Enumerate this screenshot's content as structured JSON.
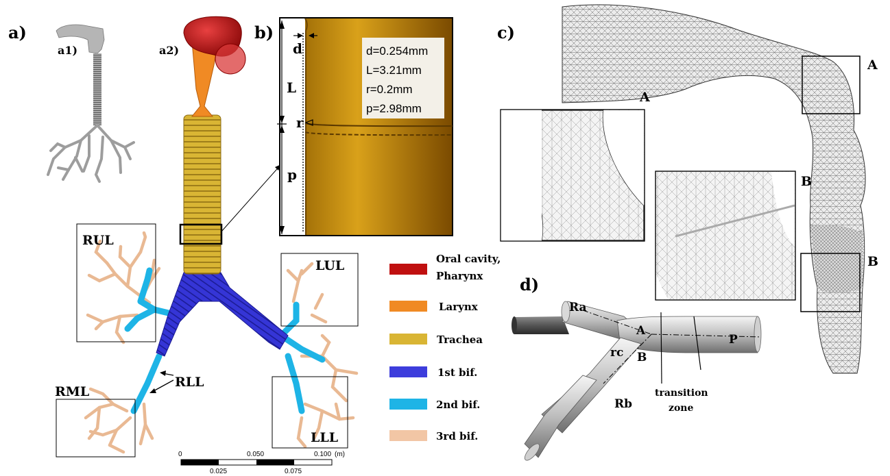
{
  "panels": {
    "a": "a)",
    "a1": "a1)",
    "a2": "a2)",
    "b": "b)",
    "c": "c)",
    "d": "d)"
  },
  "regions": {
    "rul": "RUL",
    "rml": "RML",
    "rll": "RLL",
    "lul": "LUL",
    "lll": "LLL"
  },
  "dims": {
    "d": "d",
    "L": "L",
    "r": "r",
    "p": "p"
  },
  "params": [
    "d=0.254mm",
    "L=3.21mm",
    "r=0.2mm",
    "p=2.98mm"
  ],
  "legend": [
    {
      "line1": "Oral cavity,",
      "line2": "Pharynx",
      "color": "#c01010"
    },
    {
      "line1": "Larynx",
      "line2": "",
      "color": "#f08a24"
    },
    {
      "line1": "Trachea",
      "line2": "",
      "color": "#d9b534"
    },
    {
      "line1": "1st bif.",
      "line2": "",
      "color": "#3d3ddc"
    },
    {
      "line1": "2nd bif.",
      "line2": "",
      "color": "#1eb4e6"
    },
    {
      "line1": "3rd bif.",
      "line2": "",
      "color": "#f2c6a5"
    }
  ],
  "scalebar": {
    "t0": "0",
    "t1": "0.050",
    "t2": "0.100",
    "unit": "(m)",
    "b1": "0.025",
    "b2": "0.075"
  },
  "mesh_markers": {
    "A": "A",
    "B": "B"
  },
  "bif": {
    "Ra": "Ra",
    "A": "A",
    "rc": "rc",
    "B": "B",
    "P": "P",
    "Rb": "Rb",
    "tz1": "transition",
    "tz2": "zone"
  }
}
